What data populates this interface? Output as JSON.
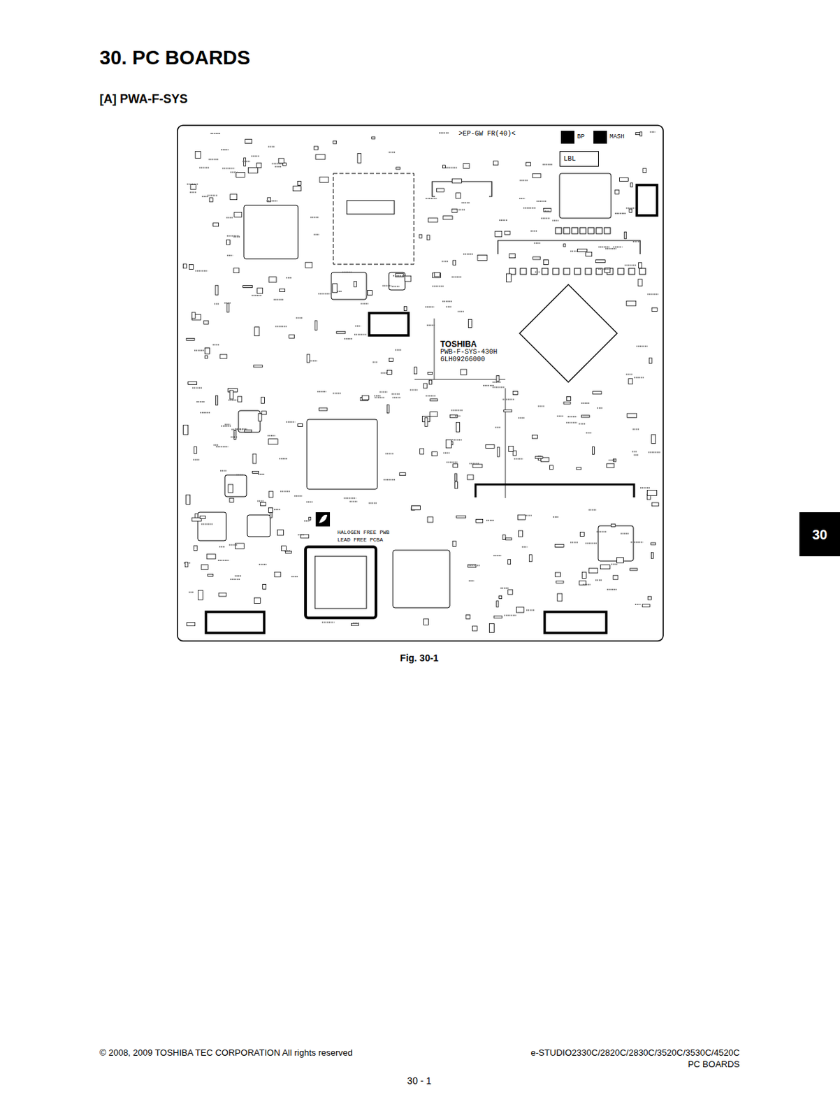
{
  "diagram": {
    "title": "30. PC BOARDS",
    "caption": "Fig. 30-1",
    "nodes": [
      {
        "text": [
          "LBL"
        ]
      },
      {
        "text": [
          "30"
        ]
      }
    ],
    "labels": [
      "[A] PWA-F-SYS",
      ">EP-GW FR(40)<",
      "BP",
      "MASH",
      "TOSHIBA",
      "PWB-F-SYS-430H",
      "6LH09266000",
      "HALOGEN FREE PWB",
      "LEAD FREE PCBA",
      "© 2008, 2009 TOSHIBA TEC CORPORATION All rights reserved",
      "e-STUDIO2330C/2820C/2830C/3520C/3530C/4520C",
      "PC BOARDS",
      "30 - 1"
    ]
  }
}
